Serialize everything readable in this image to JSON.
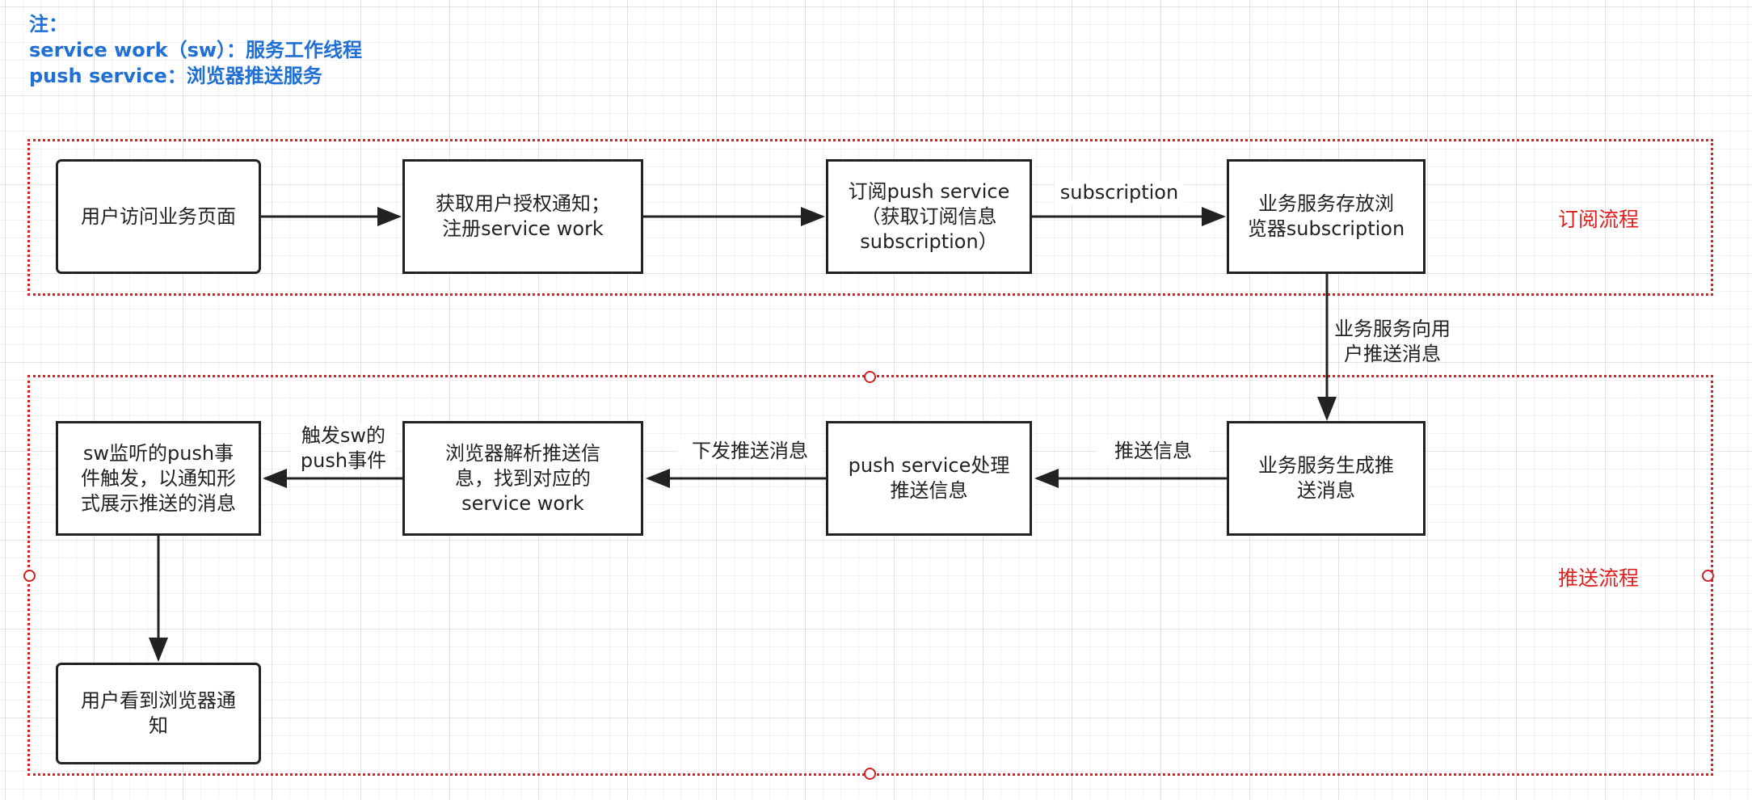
{
  "notes": {
    "heading": "注：",
    "line1": "service work（sw）：服务工作线程",
    "line2": "push service：浏览器推送服务"
  },
  "groups": {
    "subscribe_label": "订阅流程",
    "push_label": "推送流程"
  },
  "nodes": {
    "user_visit": "用户访问业务页面",
    "get_permission": "获取用户授权通知；\n注册service work",
    "subscribe_push": "订阅push service\n（获取订阅信息\nsubscription）",
    "store_subscription": "业务服务存放浏\n览器subscription",
    "generate_message": "业务服务生成推\n送消息",
    "push_service_process": "push service处理\n推送信息",
    "browser_parse": "浏览器解析推送信\n息，找到对应的\nservice work",
    "sw_listen": "sw监听的push事\n件触发，以通知形\n式展示推送的消息",
    "user_sees": "用户看到浏览器通\n知"
  },
  "edges": {
    "subscription": "subscription",
    "push_to_user": "业务服务向用\n户推送消息",
    "push_info": "推送信息",
    "deliver_message": "下发推送消息",
    "trigger_sw": "触发sw的\npush事件"
  },
  "colors": {
    "note": "#1f6fd6",
    "group_border": "#e01e1e",
    "node_border": "#222222"
  }
}
